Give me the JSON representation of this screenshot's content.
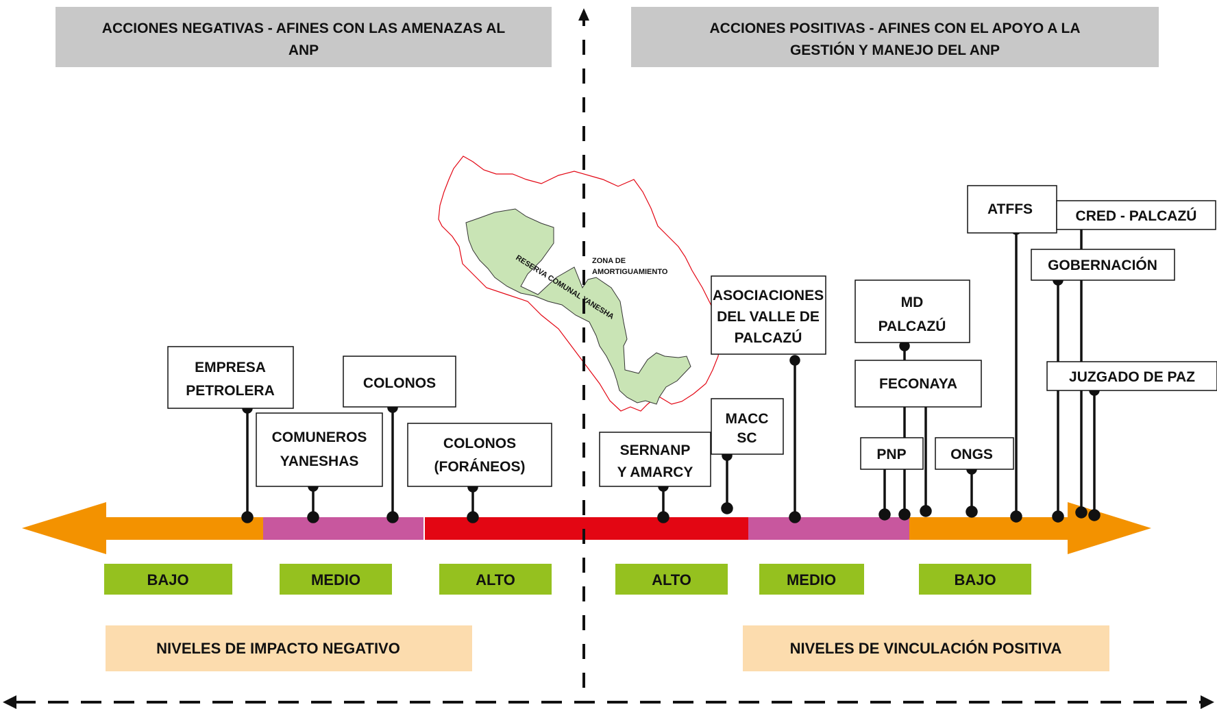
{
  "headers": {
    "negative": [
      "ACCIONES NEGATIVAS - AFINES CON LAS AMENAZAS AL",
      "ANP"
    ],
    "positive": [
      "ACCIONES POSITIVAS - AFINES CON EL APOYO A LA",
      "GESTIÓN Y MANEJO DEL ANP"
    ]
  },
  "map": {
    "reserve_label": "RESERVA COMUNAL YANESHA",
    "buffer_label": [
      "ZONA DE",
      "AMORTIGUAMIENTO"
    ]
  },
  "actors": {
    "empresa_petrolera": [
      "EMPRESA",
      "PETROLERA"
    ],
    "colonos": [
      "COLONOS"
    ],
    "comuneros_yaneshas": [
      "COMUNEROS",
      "YANESHAS"
    ],
    "colonos_foraneos": [
      "COLONOS",
      "(FORÁNEOS)"
    ],
    "sernanp_amarcy": [
      "SERNANP",
      "Y AMARCY"
    ],
    "macc_sc": [
      "MACC",
      "SC"
    ],
    "asociaciones_valle": [
      "ASOCIACIONES",
      "DEL VALLE DE",
      "PALCAZÚ"
    ],
    "md_palcazu": [
      "MD",
      "PALCAZÚ"
    ],
    "feconaya": [
      "FECONAYA"
    ],
    "pnp": [
      "PNP"
    ],
    "ongs": [
      "ONGS"
    ],
    "atffs": [
      "ATFFS"
    ],
    "cred_palcazu": [
      "CRED - PALCAZÚ"
    ],
    "gobernacion": [
      "GOBERNACIÓN"
    ],
    "juzgado_de_paz": [
      "JUZGADO DE PAZ"
    ]
  },
  "levels": {
    "negative": [
      "BAJO",
      "MEDIO",
      "ALTO"
    ],
    "positive": [
      "ALTO",
      "MEDIO",
      "BAJO"
    ]
  },
  "footers": {
    "negative": "NIVELES DE IMPACTO NEGATIVO",
    "positive": "NIVELES DE VINCULACIÓN POSITIVA"
  },
  "colors": {
    "header_bg": "#c8c8c8",
    "low": "#f39200",
    "medium": "#c8579e",
    "high": "#e30613",
    "level_box": "#95c11f",
    "footer_bg": "#fcdcae",
    "reserve_fill": "#c9e4b5",
    "buffer_line": "#e30613"
  }
}
